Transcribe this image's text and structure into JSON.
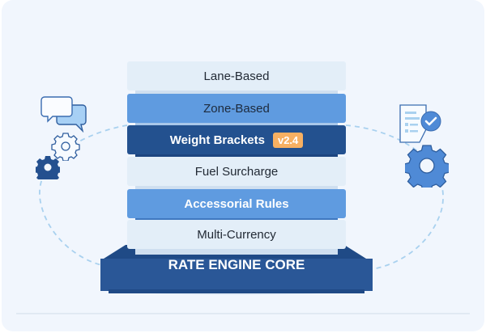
{
  "layers": [
    {
      "label": "Lane-Based",
      "style": "light"
    },
    {
      "label": "Zone-Based",
      "style": "mid"
    },
    {
      "label": "Weight Brackets",
      "style": "dark",
      "badge": "v2.4"
    },
    {
      "label": "Fuel Surcharge",
      "style": "light"
    },
    {
      "label": "Accessorial Rules",
      "style": "mid"
    },
    {
      "label": "Multi-Currency",
      "style": "light"
    }
  ],
  "base": {
    "label": "RATE ENGINE CORE"
  },
  "colors": {
    "dark": "#23518f",
    "mid": "#5f9be0",
    "light": "#e3eef8",
    "badge": "#f7b062",
    "dash": "#a9d1ef"
  }
}
